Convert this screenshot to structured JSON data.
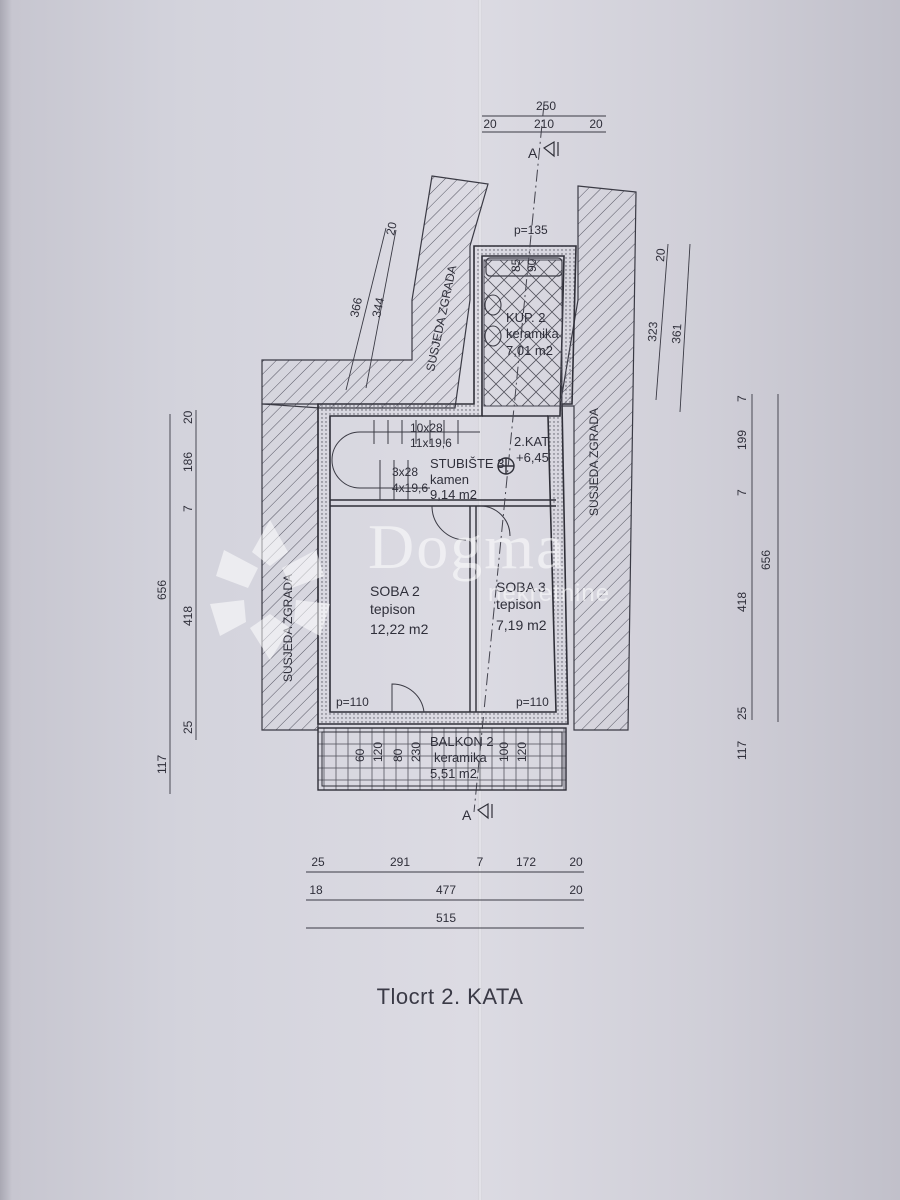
{
  "title": "Tlocrt 2. KATA",
  "watermark": {
    "brand": "Dogma",
    "subtitle": "nekretnine"
  },
  "section_marker": "A",
  "neighbor_label": "SUSJEDA ZGRADA",
  "rooms": {
    "bathroom": {
      "name": "KUP. 2",
      "finish": "keramika",
      "area": "7,01 m2",
      "dim": "p=135"
    },
    "stairs": {
      "name": "STUBIŠTE 3",
      "finish": "kamen",
      "area": "9,14 m2",
      "step_a1": "10x28",
      "step_a2": "11x19,6",
      "step_b1": "3x28",
      "step_b2": "4x19,6"
    },
    "level": {
      "name": "2.KAT",
      "value": "+6,45"
    },
    "room2": {
      "name": "SOBA 2",
      "finish": "tepison",
      "area": "12,22 m2",
      "opening": "p=110"
    },
    "room3": {
      "name": "SOBA 3",
      "finish": "tepison",
      "area": "7,19 m2",
      "opening": "p=110"
    },
    "balcony": {
      "name": "BALKON 2",
      "finish": "keramika",
      "area": "5,51 m2"
    }
  },
  "dimensions": {
    "top": [
      "250",
      "20",
      "210",
      "20"
    ],
    "bottom_row1": [
      "25",
      "291",
      "7",
      "172",
      "20"
    ],
    "bottom_row2": [
      "18",
      "477",
      "20"
    ],
    "bottom_row3": [
      "515"
    ],
    "left_outer": [
      "656",
      "117"
    ],
    "left_inner": [
      "20",
      "186",
      "7",
      "418",
      "25"
    ],
    "upper_left": [
      "366",
      "344",
      "20"
    ],
    "upper_right": [
      "20",
      "323",
      "361"
    ],
    "right_inner": [
      "7",
      "199",
      "7",
      "418",
      "25",
      "117"
    ],
    "right_outer": [
      "656"
    ],
    "bath_fixtures": [
      "85",
      "90"
    ],
    "balcony_widths": [
      "60",
      "120",
      "80",
      "230",
      "100",
      "120"
    ]
  }
}
